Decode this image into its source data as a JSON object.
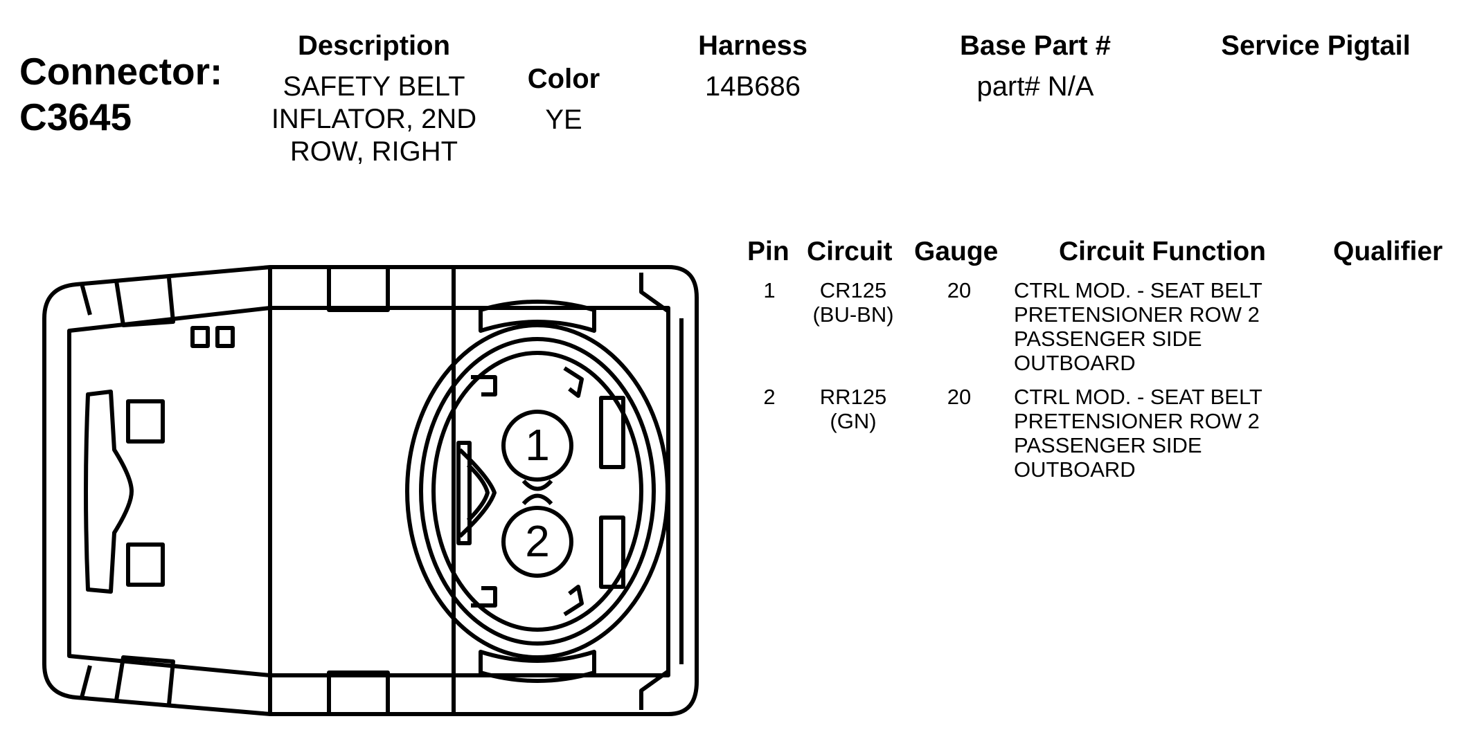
{
  "connector": {
    "label": "Connector:",
    "id": "C3645"
  },
  "header": {
    "description": {
      "label": "Description",
      "value": "SAFETY BELT INFLATOR, 2ND ROW, RIGHT"
    },
    "color": {
      "label": "Color",
      "value": "YE"
    },
    "harness": {
      "label": "Harness",
      "value": "14B686"
    },
    "base_part": {
      "label": "Base Part #",
      "value": "part# N/A"
    },
    "service_pigtail": {
      "label": "Service Pigtail",
      "value": ""
    }
  },
  "pin_table": {
    "columns": [
      "Pin",
      "Circuit",
      "Gauge",
      "Circuit Function",
      "Qualifier"
    ],
    "rows": [
      {
        "pin": "1",
        "circuit": "CR125",
        "wire_color": "(BU-BN)",
        "gauge": "20",
        "function": "CTRL MOD. - SEAT BELT PRETENSIONER ROW 2 PASSENGER SIDE OUTBOARD",
        "qualifier": ""
      },
      {
        "pin": "2",
        "circuit": "RR125",
        "wire_color": "(GN)",
        "gauge": "20",
        "function": "CTRL MOD. - SEAT BELT PRETENSIONER ROW 2 PASSENGER SIDE OUTBOARD",
        "qualifier": ""
      }
    ]
  },
  "diagram": {
    "pin_labels": [
      "1",
      "2"
    ]
  }
}
